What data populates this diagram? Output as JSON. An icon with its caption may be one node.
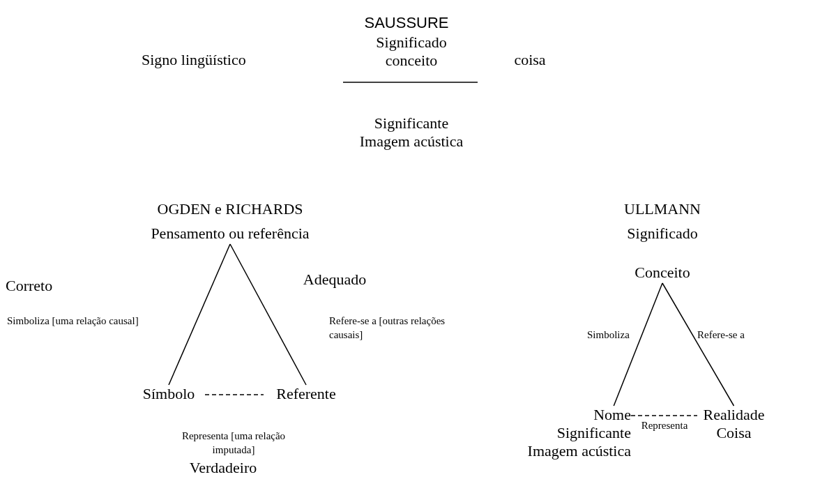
{
  "diagram": {
    "title": "SAUSSURE",
    "nodes": [
      {
        "text": [
          "Pensamento ou referência"
        ]
      },
      {
        "text": [
          "Símbolo"
        ]
      },
      {
        "text": [
          "Referente"
        ]
      },
      {
        "text": [
          "Significado",
          "Conceito"
        ]
      },
      {
        "text": [
          "Nome Significante Imagem acústica"
        ]
      },
      {
        "text": [
          "Realidade Coisa"
        ]
      }
    ],
    "edges": [
      {
        "from": 0,
        "to": 1,
        "arrow": "none",
        "label": "Simboliza [uma relação causal]"
      },
      {
        "from": 0,
        "to": 2,
        "arrow": "none",
        "label": "Refere-se a [outras relações causais]"
      },
      {
        "from": 1,
        "to": 2,
        "arrow": "none",
        "style": "dashed",
        "label": "Representa [uma relação imputada]"
      },
      {
        "from": 3,
        "to": 4,
        "arrow": "none",
        "label": "Simboliza"
      },
      {
        "from": 3,
        "to": 5,
        "arrow": "none",
        "label": "Refere-se a"
      },
      {
        "from": 4,
        "to": 5,
        "arrow": "none",
        "style": "dashed",
        "label": "Representa"
      }
    ],
    "labels": [
      "Signo lingüístico",
      "Significado conceito",
      "coisa",
      "Significante Imagem acústica",
      "OGDEN e RICHARDS",
      "ULLMANN",
      "Correto",
      "Adequado",
      "Verdadeiro"
    ]
  }
}
